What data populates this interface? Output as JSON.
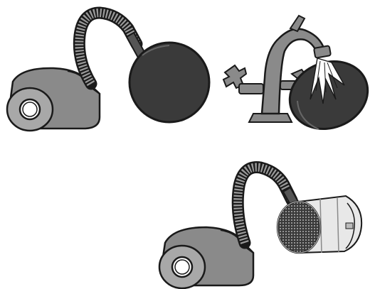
{
  "illustration": {
    "panels": [
      {
        "name": "vacuum-filter-disc",
        "icons": [
          "vacuum-cleaner-icon",
          "hose-icon",
          "filter-disc-icon"
        ]
      },
      {
        "name": "rinse-filter-under-tap",
        "icons": [
          "water-tap-icon",
          "water-spray-icon",
          "filter-disc-icon"
        ]
      },
      {
        "name": "vacuum-cylinder-filter",
        "icons": [
          "vacuum-cleaner-icon",
          "hose-icon",
          "cylinder-filter-icon"
        ]
      }
    ]
  },
  "colors": {
    "outline": "#1a1a1a",
    "body_gray": "#8a8a8a",
    "body_light": "#b5b5b5",
    "dark_filter": "#3a3a3a",
    "water": "#ffffff"
  }
}
